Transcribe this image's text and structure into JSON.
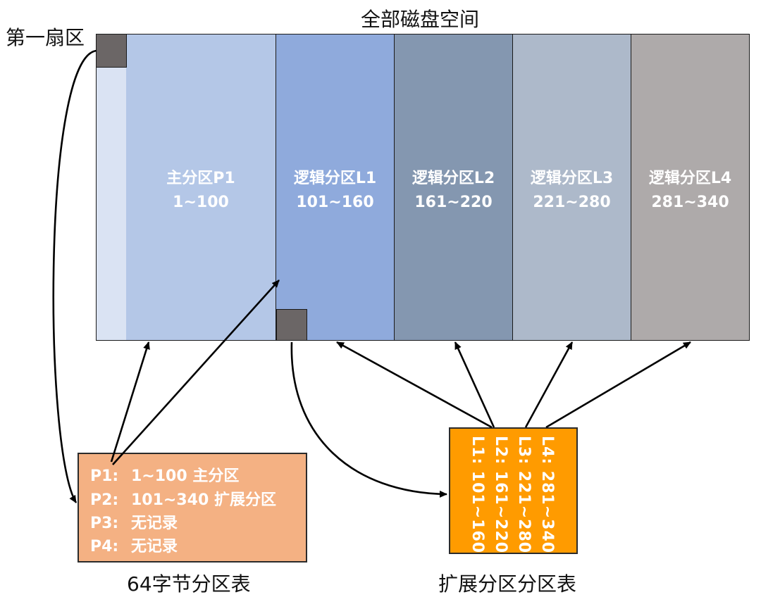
{
  "disk_label": "全部磁盘空间",
  "first_sector_label": "第一扇区",
  "segments": [
    {
      "name": "主分区P1",
      "range": "1~100",
      "color": "#b4c7e7"
    },
    {
      "name": "逻辑分区L1",
      "range": "101~160",
      "color": "#8faadc"
    },
    {
      "name": "逻辑分区L2",
      "range": "161~220",
      "color": "#8497b0"
    },
    {
      "name": "逻辑分区L3",
      "range": "221~280",
      "color": "#adb9ca"
    },
    {
      "name": "逻辑分区L4",
      "range": "281~340",
      "color": "#aeaaaa"
    }
  ],
  "colors": {
    "first_column": "#dae3f3",
    "sector_block": "#6b6666",
    "partition_table": "#f4b183",
    "extended_table": "#ff9b00",
    "arrow": "#000000"
  },
  "partition_table": {
    "caption": "64字节分区表",
    "rows": [
      {
        "key": "P1:",
        "value": "1~100 主分区"
      },
      {
        "key": "P2:",
        "value": "101~340 扩展分区"
      },
      {
        "key": "P3:",
        "value": "无记录"
      },
      {
        "key": "P4:",
        "value": "无记录"
      }
    ]
  },
  "extended_table": {
    "caption": "扩展分区分区表",
    "rows": [
      {
        "key": "L1:",
        "value": "101~160"
      },
      {
        "key": "L2:",
        "value": "161~220"
      },
      {
        "key": "L3:",
        "value": "221~280"
      },
      {
        "key": "L4:",
        "value": "281~340"
      }
    ]
  }
}
